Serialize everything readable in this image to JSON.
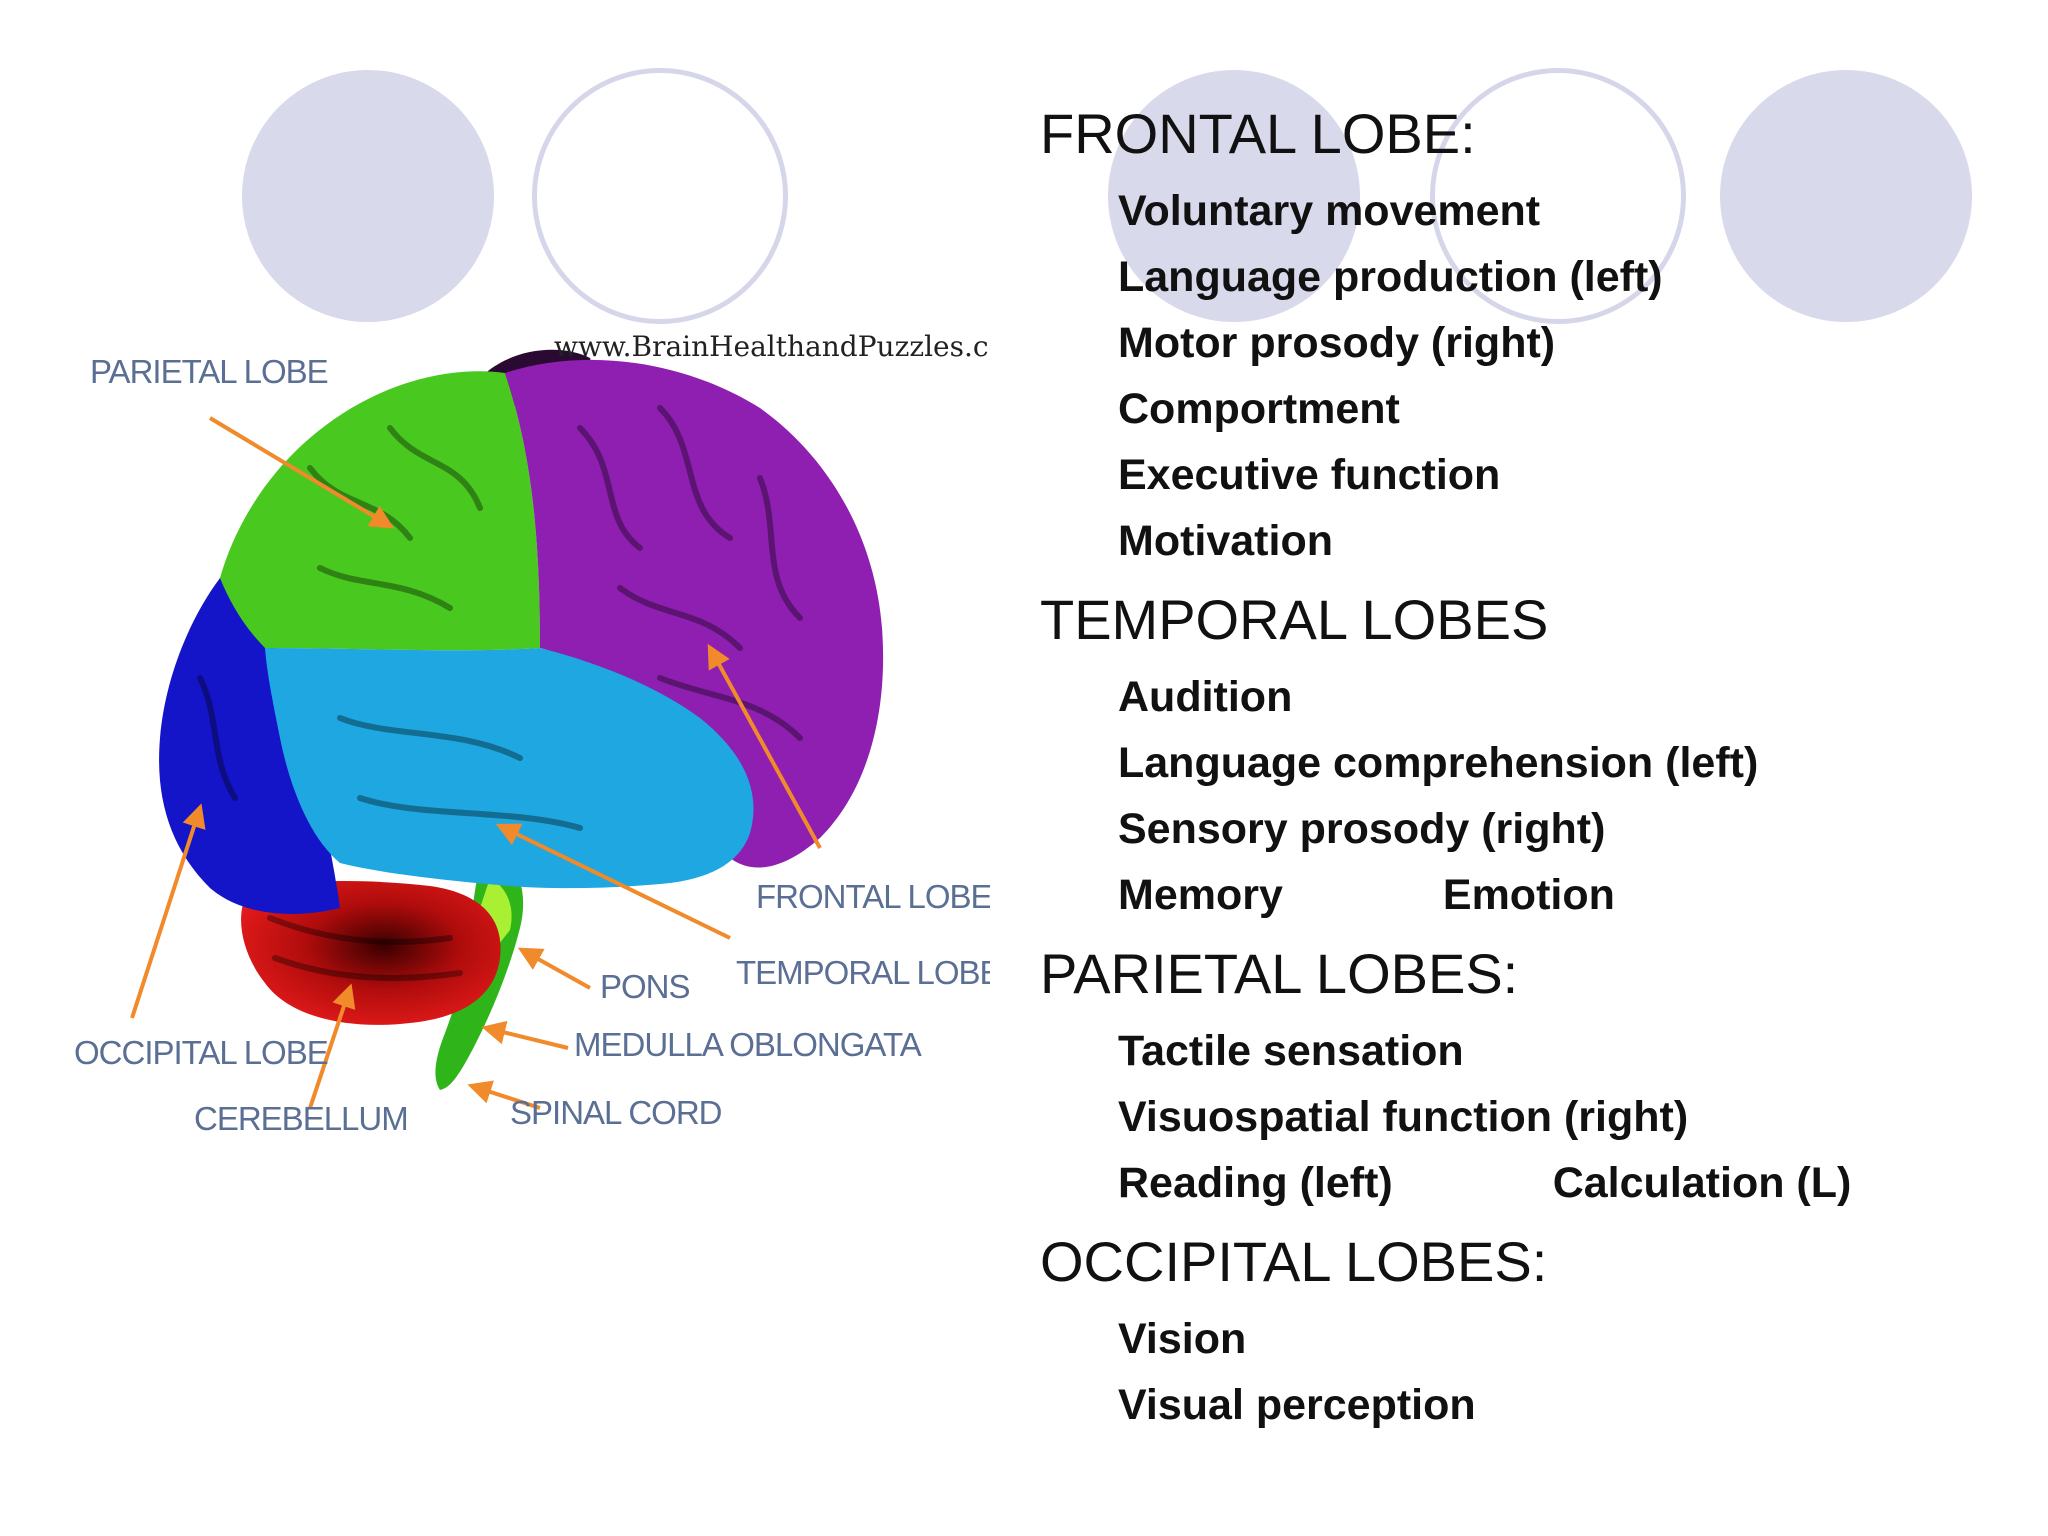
{
  "figure": {
    "source_url": "www.BrainHealthandPuzzles.com",
    "labels": {
      "parietal": "PARIETAL LOBE",
      "frontal": "FRONTAL LOBE",
      "temporal": "TEMPORAL LOBE",
      "pons": "PONS",
      "medulla": "MEDULLA OBLONGATA",
      "occipital": "OCCIPITAL LOBE",
      "cerebellum": "CEREBELLUM",
      "spinal": "SPINAL CORD"
    },
    "colors": {
      "frontal": "#8e1fb0",
      "parietal": "#49c81f",
      "temporal": "#1ea7e0",
      "occipital": "#1414c8",
      "cerebellum": "#d01010",
      "brainstem": "#2fb51a",
      "arrow": "#f08a2a"
    }
  },
  "sections": [
    {
      "title": "FRONTAL LOBE:",
      "items": [
        [
          "Voluntary movement"
        ],
        [
          "Language production (left)"
        ],
        [
          "Motor prosody (right)"
        ],
        [
          "Comportment"
        ],
        [
          "Executive function"
        ],
        [
          "Motivation"
        ]
      ]
    },
    {
      "title": "TEMPORAL LOBES",
      "items": [
        [
          "Audition"
        ],
        [
          "Language comprehension (left)"
        ],
        [
          "Sensory prosody (right)"
        ],
        [
          "Memory",
          "Emotion"
        ]
      ]
    },
    {
      "title": "PARIETAL LOBES:",
      "items": [
        [
          "Tactile sensation"
        ],
        [
          "Visuospatial function (right)"
        ],
        [
          "Reading (left)",
          "Calculation (L)"
        ]
      ]
    },
    {
      "title": "OCCIPITAL LOBES:",
      "items": [
        [
          "Vision"
        ],
        [
          "Visual perception"
        ]
      ]
    }
  ]
}
